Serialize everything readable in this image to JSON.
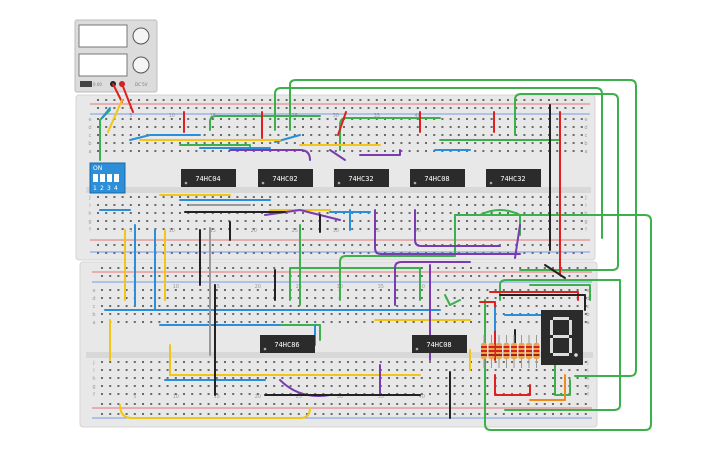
{
  "chips": [
    {
      "label": "74HC04"
    },
    {
      "label": "74HC02"
    },
    {
      "label": "74HC32"
    },
    {
      "label": "74HC08"
    },
    {
      "label": "74HC32"
    },
    {
      "label": "74HC86"
    },
    {
      "label": "74HC08"
    }
  ],
  "dip_switch": {
    "label": "ON",
    "numbers": [
      "1",
      "2",
      "3",
      "4"
    ]
  },
  "seven_segment": {
    "digit": "8."
  },
  "breadboard_top": {
    "col_labels": [
      "5",
      "10",
      "15",
      "20",
      "25",
      "30",
      "35",
      "40"
    ]
  },
  "breadboard_bottom": {
    "col_labels": [
      "5",
      "10",
      "15",
      "20",
      "25",
      "30",
      "35",
      "40"
    ]
  },
  "row_letters": [
    "a",
    "b",
    "c",
    "d",
    "e",
    "f",
    "g",
    "h",
    "i",
    "j"
  ],
  "psu": {
    "left_text": "0.00",
    "right_text": "DC 5V"
  },
  "colors": {
    "wire_green": "#3cb04a",
    "wire_red": "#e02020",
    "wire_blue": "#2a8fd8",
    "wire_yellow": "#f2c516",
    "wire_purple": "#7a3bb0",
    "wire_black": "#222222",
    "wire_gray": "#9a9a9a",
    "wire_orange": "#f08a1c",
    "chip": "#2b2b2b",
    "dip": "#2d8fd8",
    "board": "#e7e7e7"
  }
}
